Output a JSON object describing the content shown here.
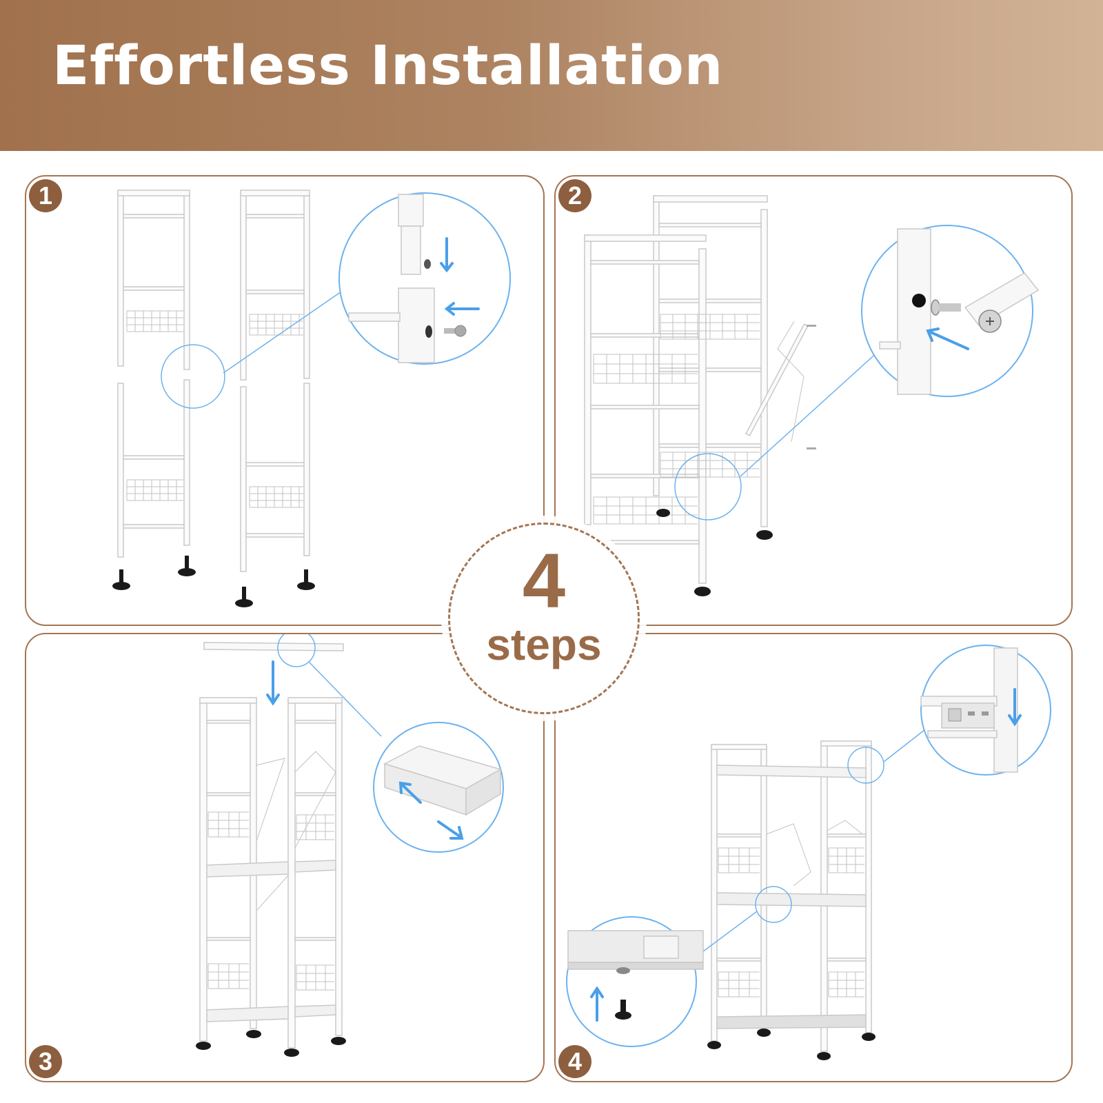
{
  "header": {
    "title": "Effortless Installation"
  },
  "badge": {
    "number": "4",
    "word": "steps"
  },
  "steps": [
    {
      "number": "1"
    },
    {
      "number": "2"
    },
    {
      "number": "3"
    },
    {
      "number": "4"
    }
  ],
  "colors": {
    "brand": "#a47552",
    "accent_arrow": "#4a9fe8",
    "frame": "#ffffff",
    "feet": "#1a1a1a"
  }
}
